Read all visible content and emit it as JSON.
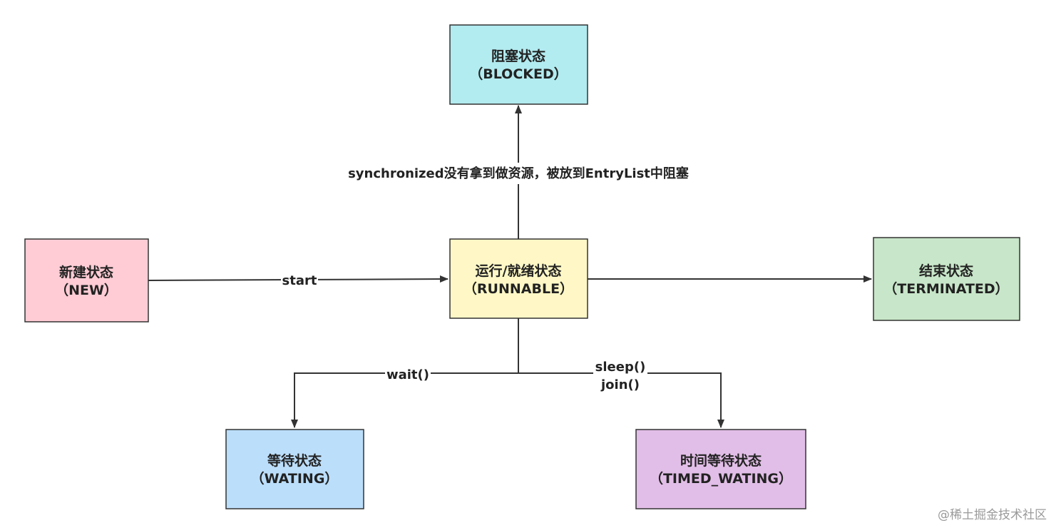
{
  "nodes": {
    "blocked": {
      "line1": "阻塞状态",
      "line2": "（BLOCKED）",
      "color": "#b2ebf0"
    },
    "new": {
      "line1": "新建状态",
      "line2": "（NEW）",
      "color": "#ffccd5"
    },
    "runnable": {
      "line1": "运行/就绪状态",
      "line2": "（RUNNABLE）",
      "color": "#fff8c6"
    },
    "terminated": {
      "line1": "结束状态",
      "line2": "（TERMINATED）",
      "color": "#c8e6c9"
    },
    "waiting": {
      "line1": "等待状态",
      "line2": "（WATING）",
      "color": "#bbdefb"
    },
    "timed_waiting": {
      "line1": "时间等待状态",
      "line2": "（TIMED_WATING）",
      "color": "#e1bee7"
    }
  },
  "edges": {
    "start": "start",
    "synchronized": "synchronized没有拿到做资源，被放到EntryList中阻塞",
    "wait": "wait()",
    "sleep": "sleep()",
    "join": "join()"
  },
  "watermark": "@稀土掘金技术社区"
}
